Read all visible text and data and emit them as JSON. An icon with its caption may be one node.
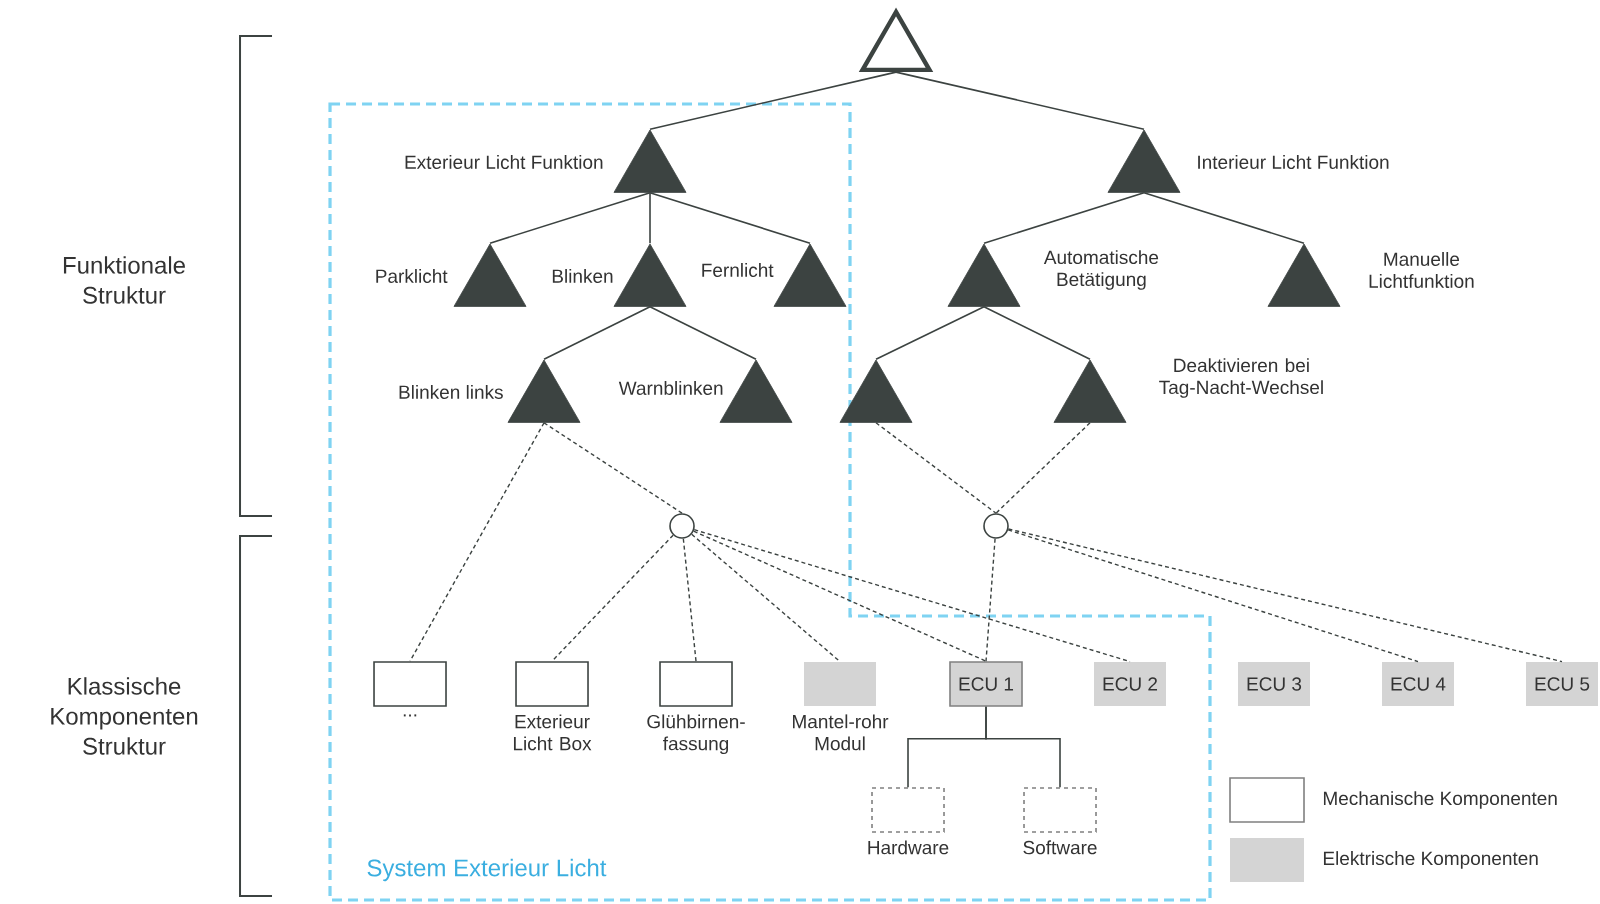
{
  "diagram": {
    "nodes": [
      {
        "text": [],
        "shape": "triangle"
      },
      {
        "text": [
          "Exterieur Licht Funktion"
        ],
        "in": 25
      },
      {
        "text": [
          "Interieur Licht Funktion"
        ]
      },
      {
        "text": [
          "Parklicht"
        ],
        "in": 25
      },
      {
        "text": [
          "Blinken"
        ],
        "in": 25
      },
      {
        "text": [
          "Fernlicht"
        ],
        "in": 25
      },
      {
        "text": [
          "Automatische Betätigung"
        ]
      },
      {
        "text": [
          "Manuelle Lichtfunktion"
        ]
      },
      {
        "text": [
          "Blinken links"
        ],
        "in": 25
      },
      {
        "text": [
          "Warnblinken"
        ],
        "in": 25
      },
      {
        "text": [],
        "shape": "triangle"
      },
      {
        "text": [
          "Deaktivieren bei Tag-Nacht-Wechsel"
        ]
      },
      {
        "text": [],
        "shape": "circle",
        "in": 25
      },
      {
        "text": [],
        "shape": "circle"
      },
      {
        "text": [
          "..."
        ],
        "in": 25
      },
      {
        "text": [
          "Exterieur Licht Box"
        ],
        "in": 25
      },
      {
        "text": [
          "Glühbirnen-fassung"
        ],
        "in": 25
      },
      {
        "text": [
          "Mantel-rohr Modul"
        ],
        "in": 25
      },
      {
        "text": [
          "ECU 1"
        ],
        "in": 25
      },
      {
        "text": [
          "ECU 2"
        ],
        "in": 25
      },
      {
        "text": [
          "ECU 3"
        ]
      },
      {
        "text": [
          "ECU 4"
        ]
      },
      {
        "text": [
          "ECU 5"
        ]
      },
      {
        "text": [
          "Hardware"
        ],
        "in": 25
      },
      {
        "text": [
          "Software"
        ],
        "in": 25
      },
      {
        "text": [
          "System Exterieur Licht"
        ]
      }
    ],
    "edges": [
      {
        "from": 0,
        "to": 1,
        "arrow": "none"
      },
      {
        "from": 0,
        "to": 2,
        "arrow": "none"
      },
      {
        "from": 1,
        "to": 3,
        "arrow": "none"
      },
      {
        "from": 1,
        "to": 4,
        "arrow": "none"
      },
      {
        "from": 1,
        "to": 5,
        "arrow": "none"
      },
      {
        "from": 2,
        "to": 6,
        "arrow": "none"
      },
      {
        "from": 2,
        "to": 7,
        "arrow": "none"
      },
      {
        "from": 4,
        "to": 8,
        "arrow": "none"
      },
      {
        "from": 4,
        "to": 9,
        "arrow": "none"
      },
      {
        "from": 6,
        "to": 10,
        "arrow": "none"
      },
      {
        "from": 6,
        "to": 11,
        "arrow": "none"
      },
      {
        "from": 8,
        "to": 14,
        "arrow": "none",
        "style": "dashed"
      },
      {
        "from": 8,
        "to": 12,
        "arrow": "none",
        "style": "dashed"
      },
      {
        "from": 10,
        "to": 13,
        "arrow": "none",
        "style": "dashed"
      },
      {
        "from": 11,
        "to": 13,
        "arrow": "none",
        "style": "dashed"
      },
      {
        "from": 12,
        "to": 15,
        "arrow": "none",
        "style": "dashed"
      },
      {
        "from": 12,
        "to": 16,
        "arrow": "none",
        "style": "dashed"
      },
      {
        "from": 12,
        "to": 17,
        "arrow": "none",
        "style": "dashed"
      },
      {
        "from": 12,
        "to": 18,
        "arrow": "none",
        "style": "dashed"
      },
      {
        "from": 12,
        "to": 19,
        "arrow": "none",
        "style": "dashed"
      },
      {
        "from": 13,
        "to": 18,
        "arrow": "none",
        "style": "dashed"
      },
      {
        "from": 13,
        "to": 21,
        "arrow": "none",
        "style": "dashed"
      },
      {
        "from": 13,
        "to": 22,
        "arrow": "none",
        "style": "dashed"
      },
      {
        "from": 18,
        "to": 23,
        "arrow": "none"
      },
      {
        "from": 18,
        "to": 24,
        "arrow": "none"
      }
    ],
    "labels": [
      "Funktionale Struktur",
      "Klassische Komponenten Struktur"
    ],
    "legend": [
      {
        "text": "Mechanische Komponenten"
      },
      {
        "text": "Elektrische Komponenten",
        "color": "#d4d4d4"
      }
    ]
  }
}
